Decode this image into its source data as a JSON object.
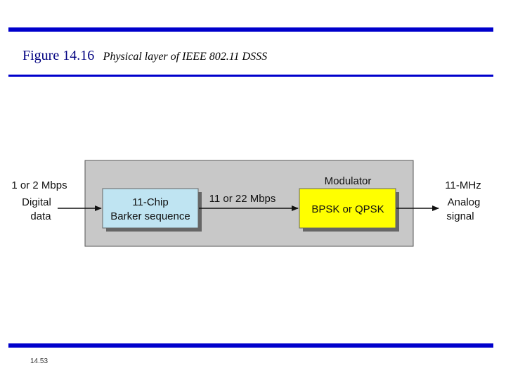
{
  "header": {
    "figure_label": "Figure 14.16",
    "caption": "Physical layer of IEEE 802.11 DSSS"
  },
  "diagram": {
    "input_rate": "1 or 2 Mbps",
    "input_label_line1": "Digital",
    "input_label_line2": "data",
    "chip_block_line1": "11-Chip",
    "chip_block_line2": "Barker sequence",
    "mid_rate": "11 or 22 Mbps",
    "modulator_label": "Modulator",
    "modulator_block": "BPSK or QPSK",
    "output_freq": "11-MHz",
    "output_label_line1": "Analog",
    "output_label_line2": "signal"
  },
  "footer": {
    "page_number": "14.53"
  },
  "colors": {
    "rule": "#0000cc",
    "frame_fill": "#c8c8c8",
    "chip_fill": "#bfe4f2",
    "modulator_fill": "#ffff00"
  }
}
